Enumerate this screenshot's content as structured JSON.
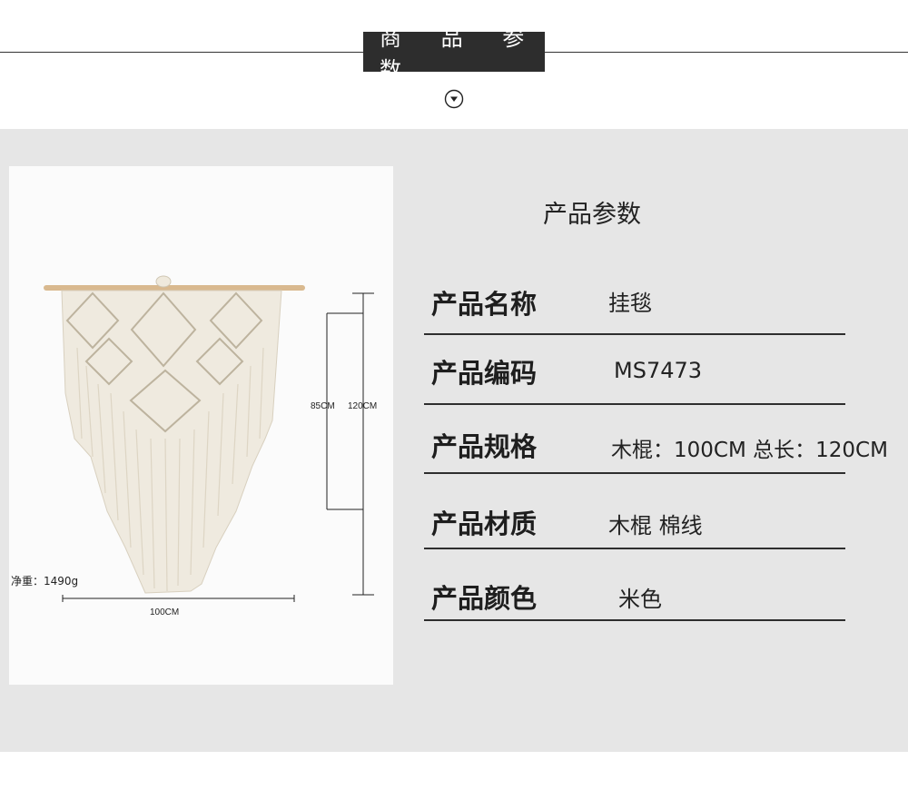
{
  "header": {
    "title": "商 品 参 数"
  },
  "photo": {
    "dimensions": {
      "width": "100CM",
      "rod_length": "85CM",
      "total_length": "120CM"
    },
    "weight": "净重：1490g"
  },
  "params": {
    "title": "产品参数",
    "rows": [
      {
        "label": "产品名称",
        "value": "挂毯"
      },
      {
        "label": "产品编码",
        "value": "MS7473"
      },
      {
        "label": "产品规格",
        "value": "木棍：100CM 总长：120CM"
      },
      {
        "label": "产品材质",
        "value": "木棍 棉线"
      },
      {
        "label": "产品颜色",
        "value": "米色"
      }
    ]
  },
  "icons": {
    "down": "chevron-down-circle-icon"
  },
  "colors": {
    "header_bg": "#2d2d2d",
    "panel_bg": "#e6e6e6",
    "photo_bg": "#fbfbfb",
    "rod": "#d9b98f",
    "fringe": "#ece6d8"
  }
}
